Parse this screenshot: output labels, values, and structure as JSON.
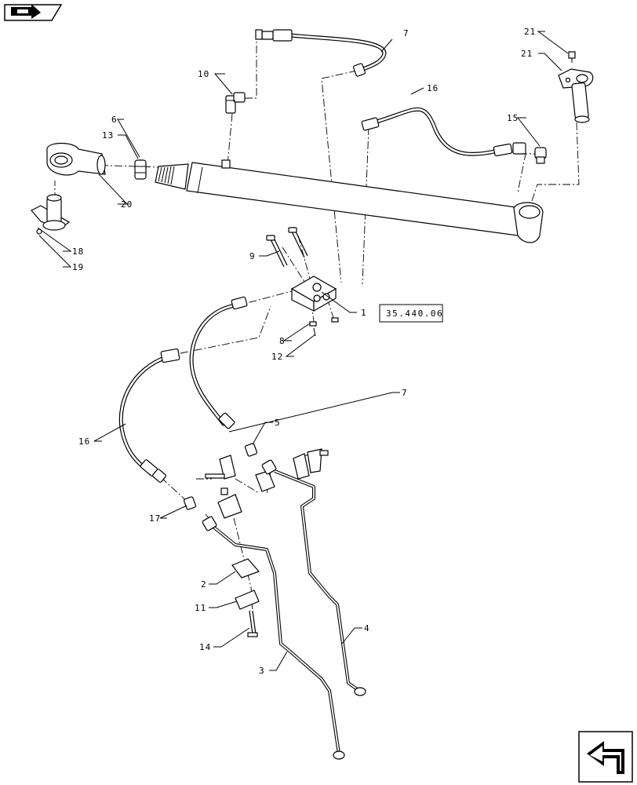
{
  "callouts": [
    {
      "id": "c1",
      "text": "1"
    },
    {
      "id": "c2",
      "text": "2"
    },
    {
      "id": "c3",
      "text": "3"
    },
    {
      "id": "c4",
      "text": "4"
    },
    {
      "id": "c5",
      "text": "5"
    },
    {
      "id": "c6",
      "text": "6"
    },
    {
      "id": "c7a",
      "text": "7"
    },
    {
      "id": "c7b",
      "text": "7"
    },
    {
      "id": "c8",
      "text": "8"
    },
    {
      "id": "c9",
      "text": "9"
    },
    {
      "id": "c10",
      "text": "10"
    },
    {
      "id": "c11",
      "text": "11"
    },
    {
      "id": "c12",
      "text": "12"
    },
    {
      "id": "c13",
      "text": "13"
    },
    {
      "id": "c14",
      "text": "14"
    },
    {
      "id": "c15",
      "text": "15"
    },
    {
      "id": "c16a",
      "text": "16"
    },
    {
      "id": "c16b",
      "text": "16"
    },
    {
      "id": "c17",
      "text": "17"
    },
    {
      "id": "c18",
      "text": "18"
    },
    {
      "id": "c19",
      "text": "19"
    },
    {
      "id": "c20",
      "text": "20"
    },
    {
      "id": "c21a",
      "text": "21"
    },
    {
      "id": "c21b",
      "text": "21"
    }
  ],
  "reference_box": {
    "text": "35.440.06"
  },
  "icons": {
    "top_left": "arrow-right-icon",
    "bottom_right": "arrow-return-icon"
  },
  "colors": {
    "line": "#000000",
    "background": "#ffffff"
  }
}
